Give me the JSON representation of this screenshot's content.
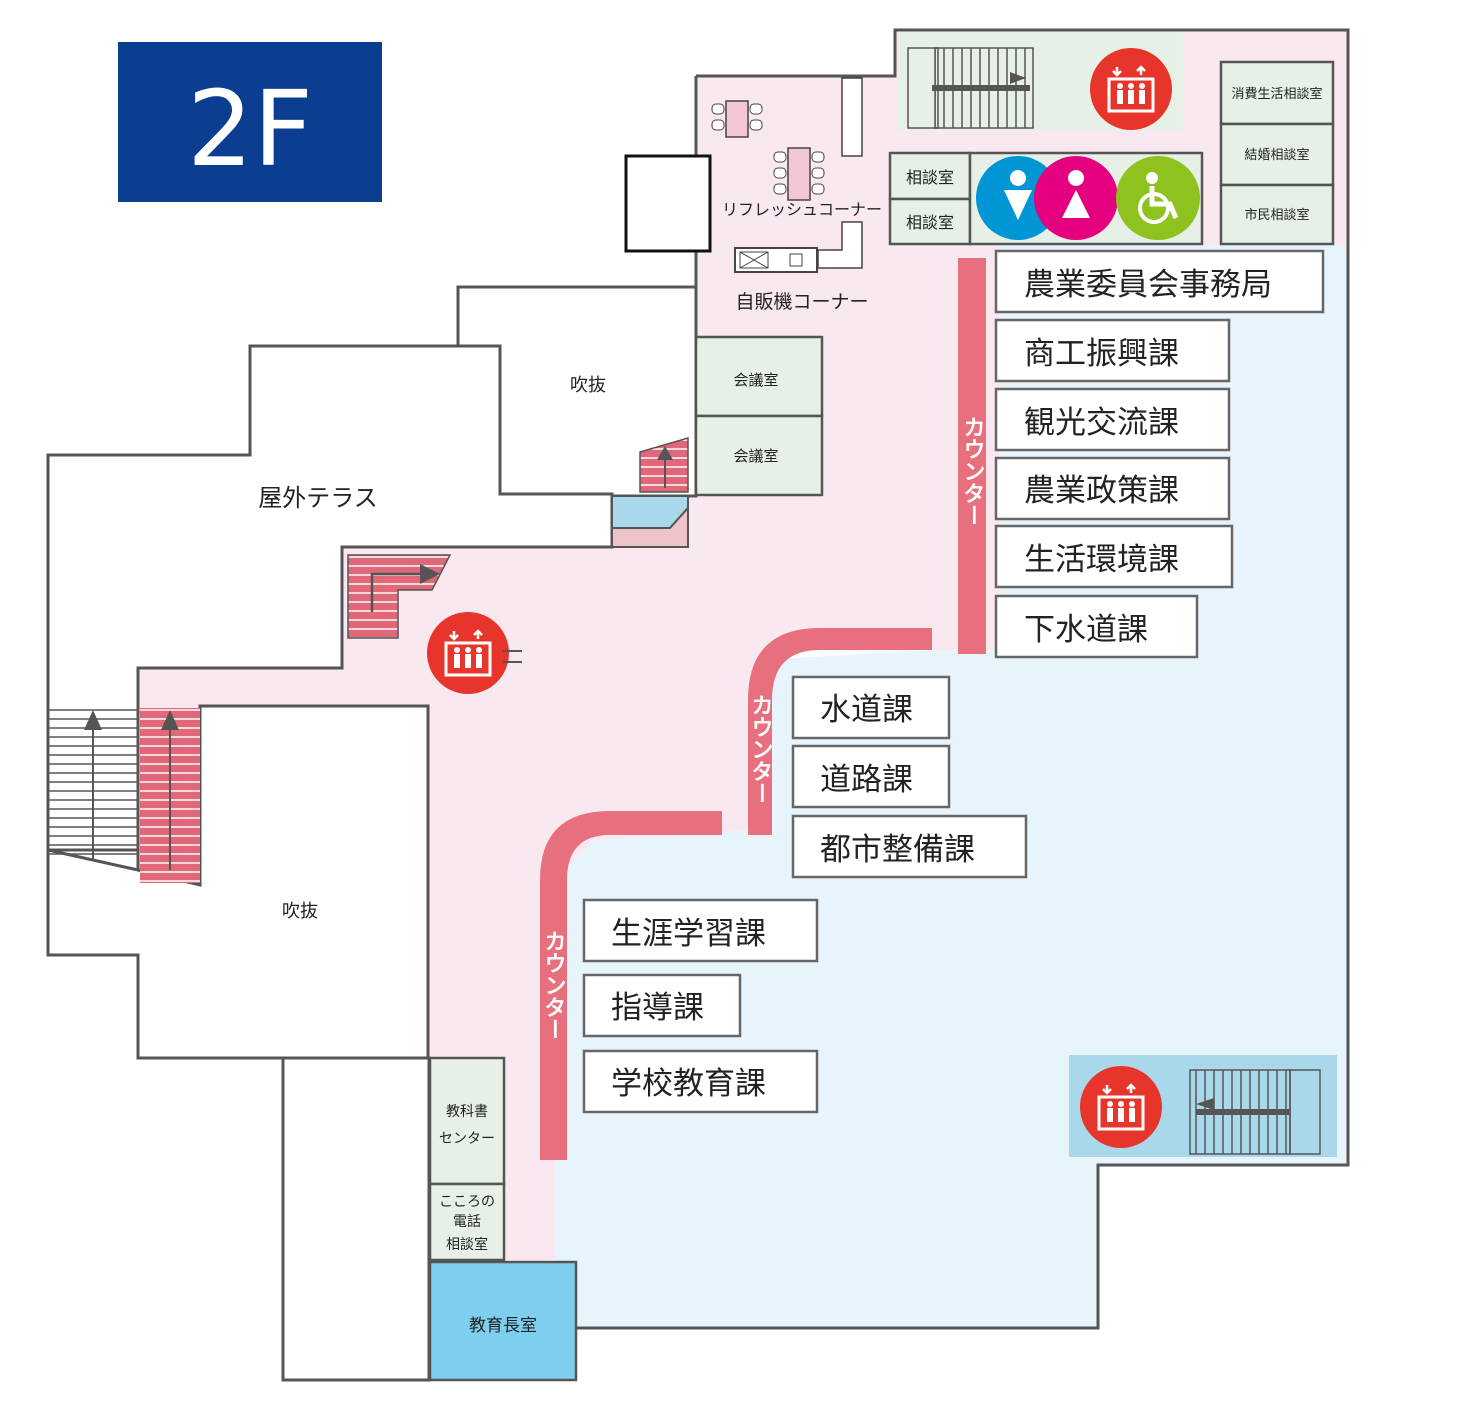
{
  "floor_label": "2F",
  "colors": {
    "floor_badge": "#0b3d91",
    "public_area": "#f9e8ef",
    "office_area": "#e7f4fb",
    "room_green": "#e6f0e6",
    "counter": "#e8707e",
    "stairs_red": "#e06878",
    "elevator": "#e8352b",
    "toilet_male": "#0096d6",
    "toilet_female": "#e4007f",
    "toilet_accessible": "#8dc21f",
    "principal_room": "#7ecef0",
    "light_blue_area": "#a8d8ea"
  },
  "areas": {
    "outdoor_terrace": "屋外テラス",
    "atrium_upper": "吹抜",
    "atrium_lower": "吹抜",
    "refresh_corner": "リフレッシュコーナー",
    "vending_corner": "自販機コーナー"
  },
  "rooms": {
    "meeting_room_1": "会議室",
    "meeting_room_2": "会議室",
    "consultation_room_1": "相談室",
    "consultation_room_2": "相談室",
    "consumer_consultation": "消費生活相談室",
    "marriage_consultation": "結婚相談室",
    "citizen_consultation": "市民相談室",
    "textbook_center_line1": "教科書",
    "textbook_center_line2": "センター",
    "kokoro_line1": "こころの",
    "kokoro_line2": "電話",
    "kokoro_line3": "相談室",
    "superintendent_office": "教育長室"
  },
  "departments": [
    "農業委員会事務局",
    "商工振興課",
    "観光交流課",
    "農業政策課",
    "生活環境課",
    "下水道課",
    "水道課",
    "道路課",
    "都市整備課",
    "生涯学習課",
    "指導課",
    "学校教育課"
  ],
  "counter_label": "カウンター",
  "icons": [
    "elevator-icon",
    "toilet-male-icon",
    "toilet-female-icon",
    "accessible-toilet-icon",
    "stairs-icon"
  ]
}
